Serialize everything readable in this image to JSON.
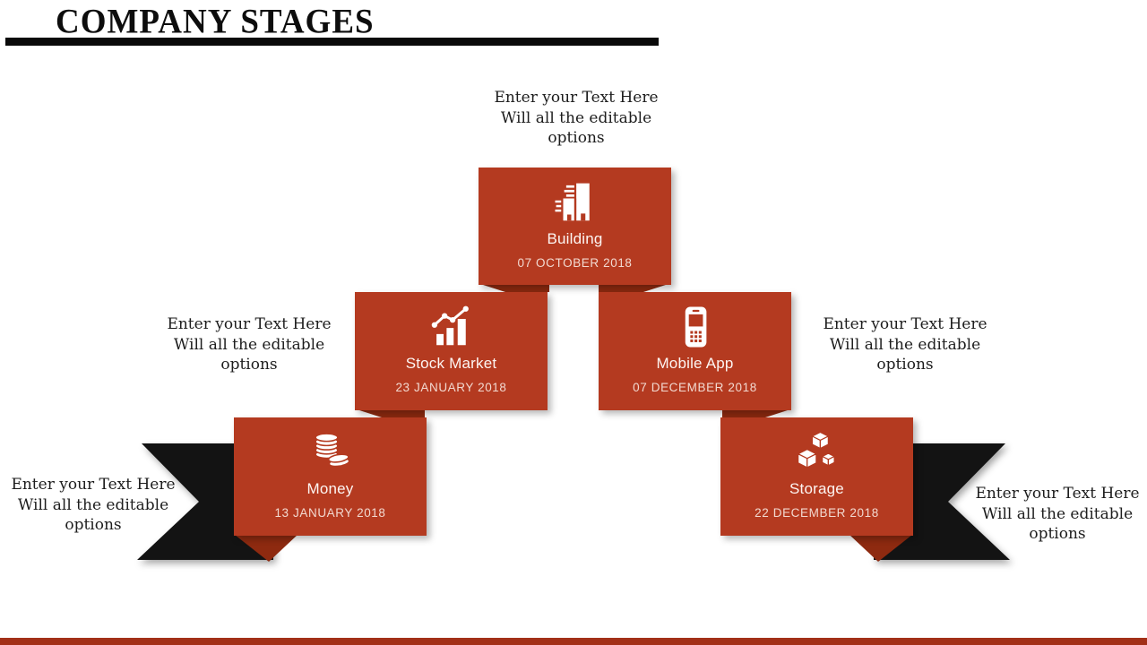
{
  "slide": {
    "title": "COMPANY STAGES",
    "colors": {
      "box_red": "#b43a20",
      "fold_red": "#8e2a10",
      "ribbon_black": "#131313",
      "bottom_bar_red": "#a23018"
    }
  },
  "placeholder_blocks": {
    "top_center": {
      "line1": "Enter your Text Here",
      "line2": "Will all the editable",
      "line3": "options"
    },
    "mid_left": {
      "line1": "Enter your Text Here",
      "line2": "Will all the editable",
      "line3": "options"
    },
    "mid_right": {
      "line1": "Enter your Text Here",
      "line2": "Will all the editable",
      "line3": "options"
    },
    "low_left": {
      "line1": "Enter your Text Here",
      "line2": "Will all the editable",
      "line3": "options"
    },
    "low_right": {
      "line1": "Enter your Text Here",
      "line2": "Will all the editable",
      "line3": "options"
    }
  },
  "stages": [
    {
      "name": "Building",
      "date": "07 OCTOBER 2018",
      "icon": "building-icon"
    },
    {
      "name": "Stock Market",
      "date": "23 JANUARY 2018",
      "icon": "stock-market-icon"
    },
    {
      "name": "Mobile App",
      "date": "07 DECEMBER 2018",
      "icon": "mobile-app-icon"
    },
    {
      "name": "Money",
      "date": "13 JANUARY 2018",
      "icon": "money-icon"
    },
    {
      "name": "Storage",
      "date": "22 DECEMBER 2018",
      "icon": "storage-icon"
    }
  ]
}
